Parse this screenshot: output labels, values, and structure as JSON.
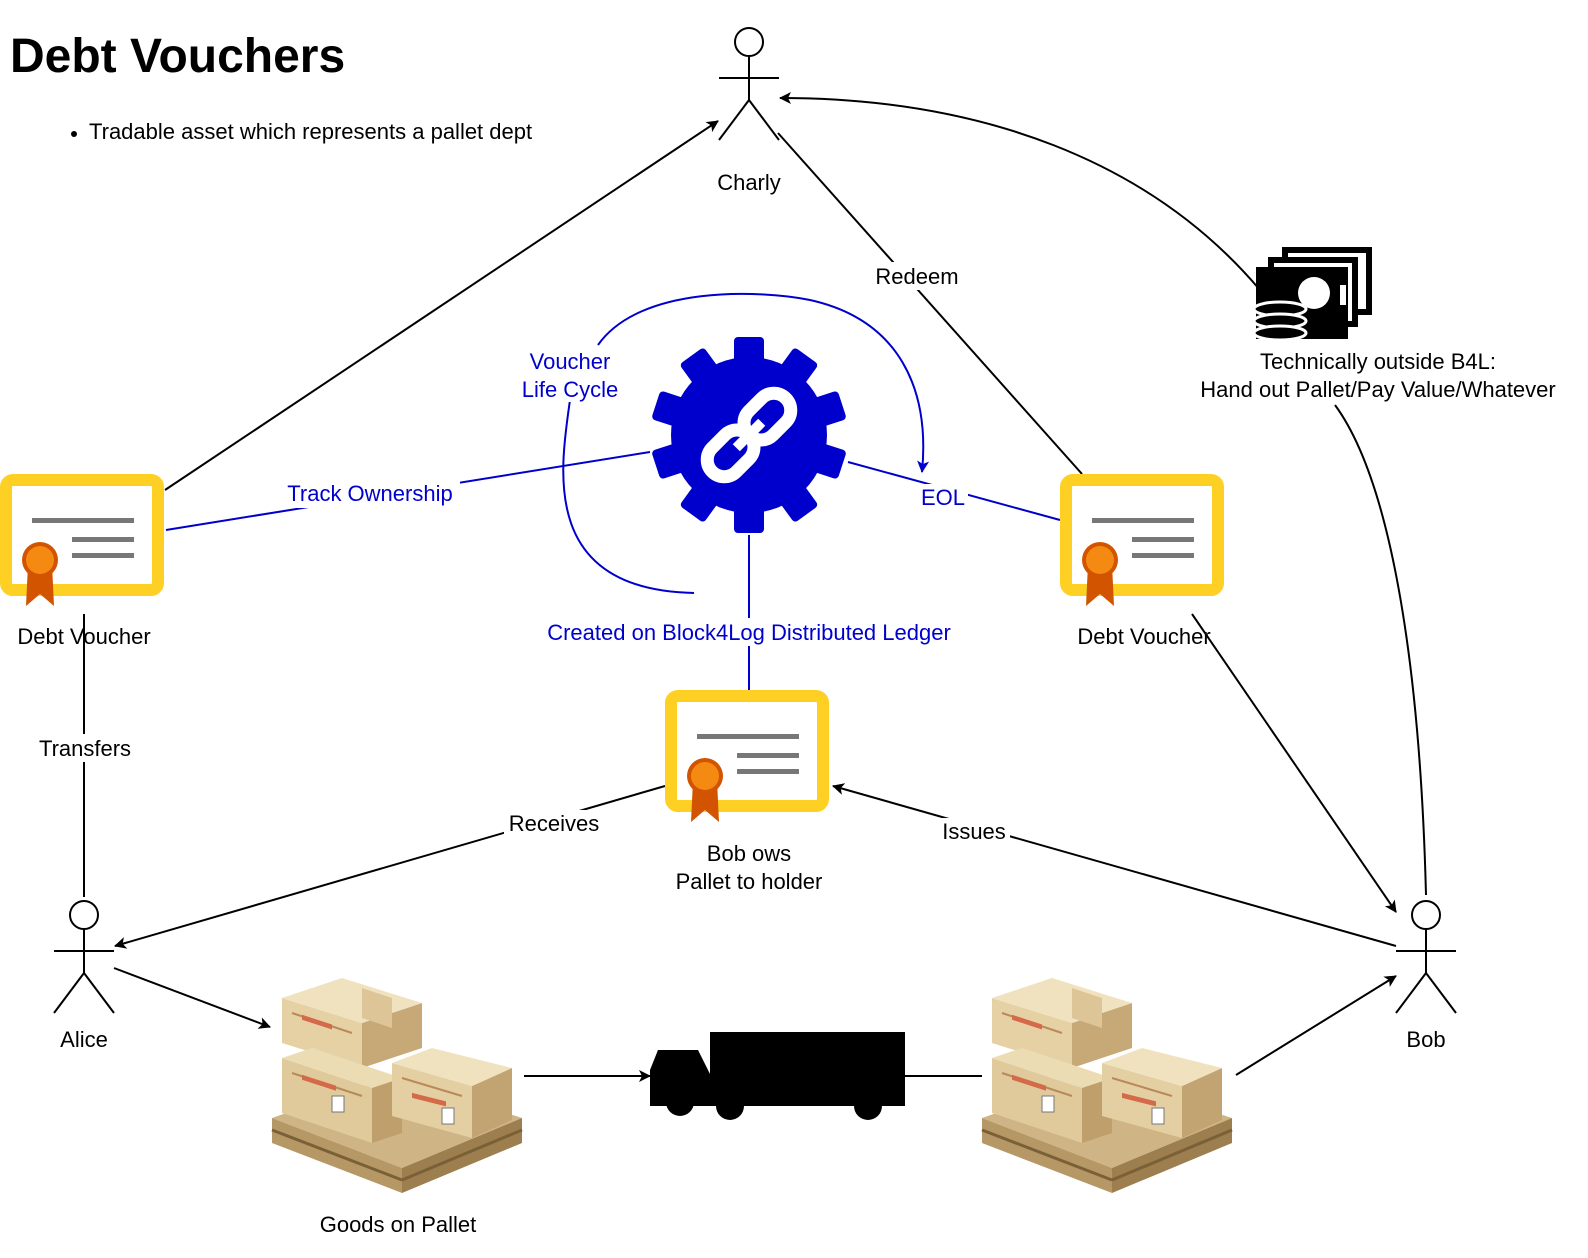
{
  "title": "Debt Vouchers",
  "bullet": "Tradable asset which represents a pallet dept",
  "actors": {
    "charly": "Charly",
    "alice": "Alice",
    "bob": "Bob"
  },
  "vouchers": {
    "left": "Debt Voucher",
    "right": "Debt Voucher",
    "center_line1": "Bob ows",
    "center_line2": "Pallet to holder"
  },
  "ledger": {
    "life_cycle_line1": "Voucher",
    "life_cycle_line2": "Life Cycle",
    "track_ownership": "Track Ownership",
    "eol": "EOL",
    "created_on": "Created on Block4Log Distributed Ledger"
  },
  "edges": {
    "redeem": "Redeem",
    "transfers": "Transfers",
    "receives": "Receives",
    "issues": "Issues"
  },
  "payment": {
    "line1": "Technically outside B4L:",
    "line2": "Hand out Pallet/Pay Value/Whatever"
  },
  "goods": "Goods on Pallet",
  "colors": {
    "ledger_blue": "#0000cc",
    "certificate_frame": "#fdd023",
    "certificate_line": "#777777",
    "ribbon_orange": "#f58a12",
    "ribbon_dark": "#d35400",
    "crate_wood": "#dcc496",
    "black": "#000000"
  },
  "icons": [
    "person-icon",
    "certificate-icon",
    "gear-chain-icon",
    "money-icon",
    "truck-icon",
    "pallet-crates-icon"
  ]
}
